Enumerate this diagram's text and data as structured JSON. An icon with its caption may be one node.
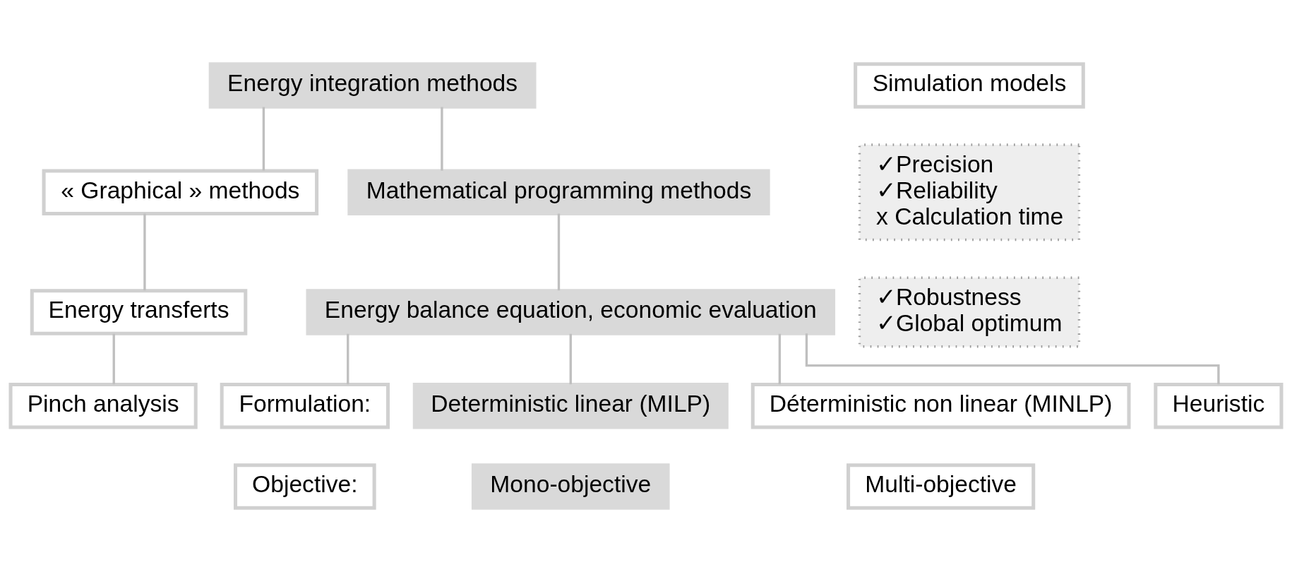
{
  "diagram": {
    "nodes": [
      {
        "text": [
          "Energy integration methods"
        ]
      },
      {
        "text": [
          "Simulation models"
        ]
      },
      {
        "text": [
          "« Graphical » methods"
        ]
      },
      {
        "text": [
          "Mathematical programming methods"
        ]
      },
      {
        "text": [
          "✓Precision",
          "✓Reliability",
          "x Calculation time"
        ]
      },
      {
        "text": [
          "Energy transferts"
        ]
      },
      {
        "text": [
          "Energy balance equation, economic evaluation"
        ]
      },
      {
        "text": [
          "Pinch analysis"
        ]
      },
      {
        "text": [
          "Formulation:"
        ]
      },
      {
        "text": [
          "Deterministic linear (MILP)"
        ]
      },
      {
        "text": [
          "Déterministic non linear (MINLP)"
        ]
      },
      {
        "text": [
          "Heuristic"
        ]
      },
      {
        "text": [
          "Objective:"
        ]
      },
      {
        "text": [
          "Mono-objective"
        ]
      },
      {
        "text": [
          "Multi-objective"
        ]
      },
      {
        "text": [
          "✓Robustness",
          "✓Global optimum"
        ]
      }
    ],
    "edges": [
      {
        "from": 0,
        "to": 2,
        "arrow": "none"
      },
      {
        "from": 0,
        "to": 3,
        "arrow": "none"
      },
      {
        "from": 2,
        "to": 5,
        "arrow": "none"
      },
      {
        "from": 5,
        "to": 7,
        "arrow": "none"
      },
      {
        "from": 3,
        "to": 6,
        "arrow": "none"
      },
      {
        "from": 6,
        "to": 8,
        "arrow": "none"
      },
      {
        "from": 6,
        "to": 9,
        "arrow": "none"
      },
      {
        "from": 6,
        "to": 10,
        "arrow": "none"
      },
      {
        "from": 6,
        "to": 11,
        "arrow": "none"
      }
    ]
  }
}
